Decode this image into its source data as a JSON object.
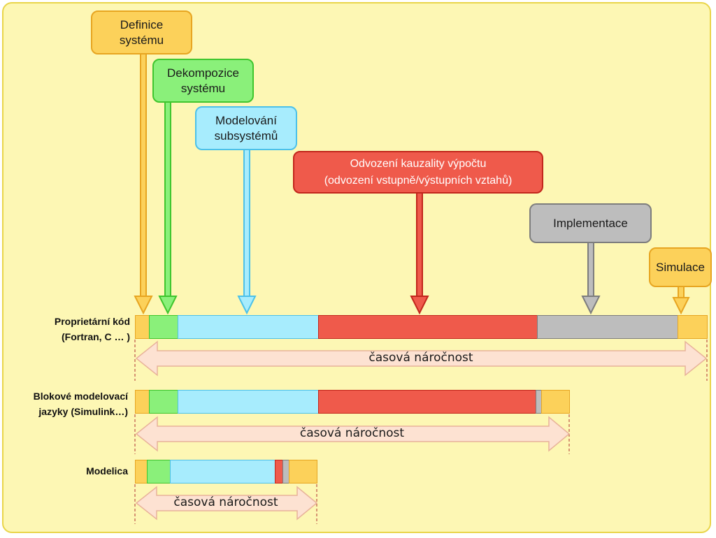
{
  "callouts": {
    "definice": {
      "line1": "Definice",
      "line2": "systému"
    },
    "dekompozice": {
      "line1": "Dekompozice",
      "line2": "systému"
    },
    "modelovani": {
      "line1": "Modelování",
      "line2": "subsystémů"
    },
    "odvozeni": {
      "line1": "Odvození kauzality výpočtu",
      "line2": "(odvození vstupně/výstupních vztahů)"
    },
    "implementace": {
      "line1": "Implementace"
    },
    "simulace": {
      "line1": "Simulace"
    }
  },
  "rows": [
    {
      "label_line1": "Proprietární kód",
      "label_line2": "(Fortran, C … )",
      "time_label": "časová náročnost"
    },
    {
      "label_line1": "Blokové modelovací",
      "label_line2": "jazyky (Simulink…)",
      "time_label": "časová náročnost"
    },
    {
      "label_line1": "Modelica",
      "time_label": "časová náročnost"
    }
  ],
  "colors": {
    "definice": "#fcd15a",
    "dekompozice": "#8af07a",
    "modelovani": "#a7ecfd",
    "odvozeni": "#ef5a4b",
    "implementace": "#bdbdbd",
    "simulace": "#fcd15a",
    "time_arrow_fill": "#fde2d2",
    "time_arrow_stroke": "#e8b29a",
    "background": "#fdf7b4"
  }
}
